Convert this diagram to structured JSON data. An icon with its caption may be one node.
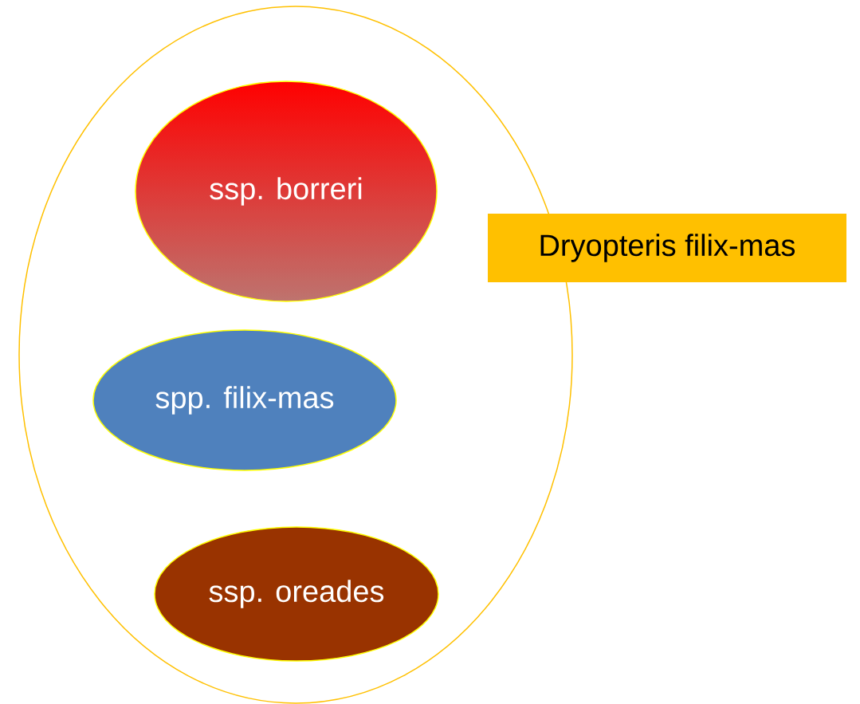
{
  "diagram": {
    "nodes": [
      {
        "text": [],
        "shape": "ellipse"
      },
      {
        "text": [
          "Dryopteris filix-mas"
        ]
      },
      {
        "text": [
          "ssp. borreri"
        ],
        "in": 0
      },
      {
        "text": [
          "spp. filix-mas"
        ],
        "in": 0
      },
      {
        "text": [
          "ssp. oreades"
        ],
        "in": 0
      }
    ],
    "edges": []
  }
}
